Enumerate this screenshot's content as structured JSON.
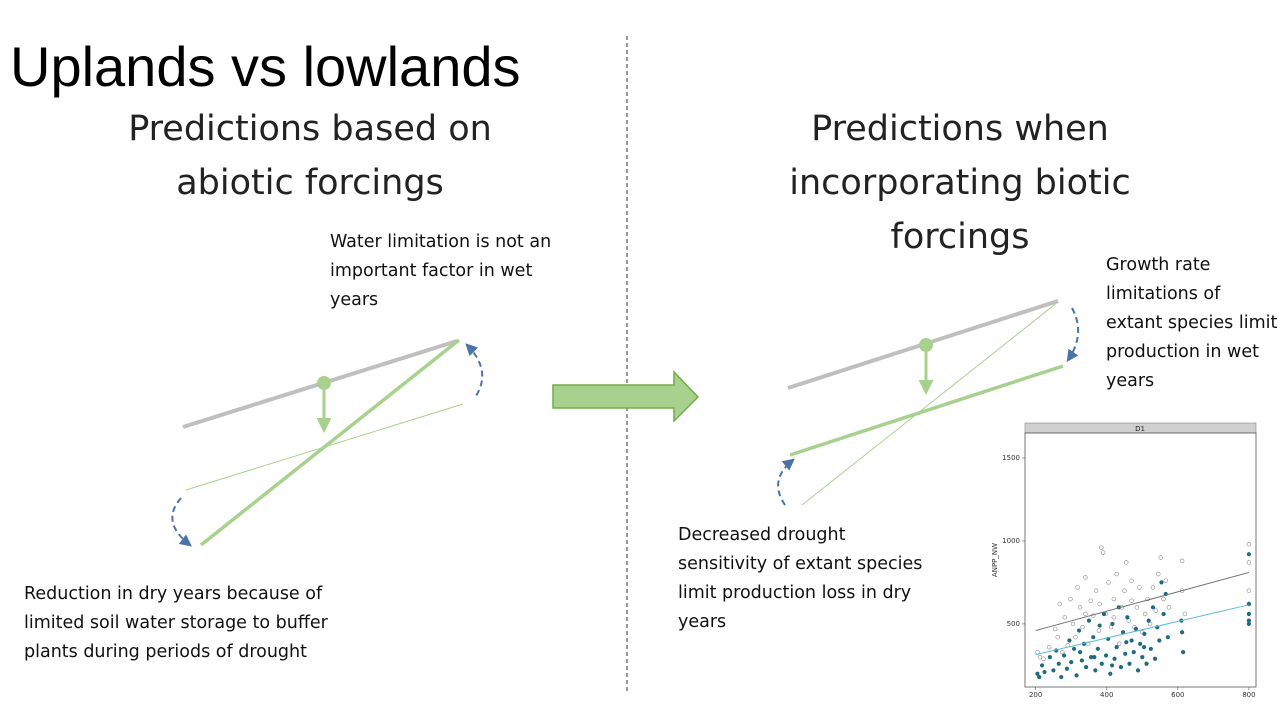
{
  "title": "Uplands vs lowlands",
  "left_panel": {
    "heading": "Predictions based on abiotic forcings",
    "wet_note": "Water limitation is not an important factor in wet years",
    "dry_note": "Reduction in dry years because of limited soil water storage to buffer plants during periods of drought"
  },
  "right_panel": {
    "heading": "Predictions when incorporating biotic forcings",
    "wet_note": "Growth rate limitations of extant species limit production in wet years",
    "dry_note": "Decreased drought sensitivity of extant species limit production loss in dry years"
  },
  "colors": {
    "gray_line": "#bfbfbf",
    "green_line": "#a9d18e",
    "dashed_arrow": "#4a74a8",
    "block_arrow_fill": "#a9d18e",
    "block_arrow_stroke": "#70ad47",
    "point_open": "#8a8a8a",
    "point_filled": "#1e6b80",
    "fit_gray": "#707070",
    "fit_blue": "#5bbcd9"
  },
  "inset_plot": {
    "panel_label": "D1",
    "ylabel": "ANPP_NW",
    "xlim": [
      170,
      820
    ],
    "ylim": [
      120,
      1650
    ],
    "x_ticks": [
      200,
      400,
      600,
      800
    ],
    "y_ticks": [
      500,
      1000,
      1500
    ],
    "fit_open": {
      "x": [
        200,
        800
      ],
      "y": [
        460,
        810
      ]
    },
    "fit_filled": {
      "x": [
        200,
        800
      ],
      "y": [
        315,
        615
      ]
    },
    "open_points": [
      [
        205,
        330
      ],
      [
        212,
        300
      ],
      [
        222,
        290
      ],
      [
        238,
        360
      ],
      [
        255,
        470
      ],
      [
        262,
        420
      ],
      [
        268,
        620
      ],
      [
        275,
        330
      ],
      [
        282,
        540
      ],
      [
        290,
        370
      ],
      [
        298,
        650
      ],
      [
        305,
        500
      ],
      [
        312,
        420
      ],
      [
        318,
        720
      ],
      [
        325,
        600
      ],
      [
        332,
        480
      ],
      [
        340,
        780
      ],
      [
        348,
        380
      ],
      [
        355,
        640
      ],
      [
        362,
        550
      ],
      [
        370,
        700
      ],
      [
        378,
        460
      ],
      [
        385,
        960
      ],
      [
        390,
        930
      ],
      [
        398,
        560
      ],
      [
        405,
        750
      ],
      [
        412,
        480
      ],
      [
        420,
        650
      ],
      [
        428,
        800
      ],
      [
        435,
        380
      ],
      [
        442,
        600
      ],
      [
        450,
        700
      ],
      [
        455,
        870
      ],
      [
        462,
        520
      ],
      [
        470,
        640
      ],
      [
        478,
        480
      ],
      [
        485,
        600
      ],
      [
        492,
        720
      ],
      [
        500,
        450
      ],
      [
        508,
        560
      ],
      [
        515,
        650
      ],
      [
        522,
        500
      ],
      [
        530,
        720
      ],
      [
        538,
        580
      ],
      [
        545,
        800
      ],
      [
        552,
        900
      ],
      [
        560,
        650
      ],
      [
        566,
        760
      ],
      [
        575,
        600
      ],
      [
        612,
        880
      ],
      [
        612,
        700
      ],
      [
        620,
        560
      ],
      [
        800,
        980
      ],
      [
        800,
        870
      ],
      [
        800,
        700
      ],
      [
        800,
        620
      ],
      [
        380,
        620
      ],
      [
        340,
        560
      ],
      [
        420,
        540
      ],
      [
        470,
        760
      ]
    ],
    "filled_points": [
      [
        205,
        200
      ],
      [
        210,
        180
      ],
      [
        218,
        250
      ],
      [
        225,
        210
      ],
      [
        240,
        300
      ],
      [
        250,
        220
      ],
      [
        258,
        340
      ],
      [
        265,
        260
      ],
      [
        272,
        180
      ],
      [
        280,
        310
      ],
      [
        288,
        230
      ],
      [
        295,
        400
      ],
      [
        300,
        270
      ],
      [
        308,
        350
      ],
      [
        315,
        190
      ],
      [
        322,
        460
      ],
      [
        330,
        280
      ],
      [
        336,
        380
      ],
      [
        342,
        240
      ],
      [
        350,
        520
      ],
      [
        356,
        300
      ],
      [
        362,
        420
      ],
      [
        368,
        220
      ],
      [
        375,
        350
      ],
      [
        380,
        490
      ],
      [
        386,
        260
      ],
      [
        392,
        560
      ],
      [
        398,
        310
      ],
      [
        404,
        410
      ],
      [
        410,
        200
      ],
      [
        416,
        500
      ],
      [
        422,
        290
      ],
      [
        428,
        360
      ],
      [
        434,
        600
      ],
      [
        440,
        240
      ],
      [
        446,
        450
      ],
      [
        452,
        320
      ],
      [
        458,
        540
      ],
      [
        464,
        260
      ],
      [
        470,
        400
      ],
      [
        476,
        330
      ],
      [
        482,
        470
      ],
      [
        488,
        220
      ],
      [
        494,
        380
      ],
      [
        500,
        300
      ],
      [
        506,
        440
      ],
      [
        512,
        260
      ],
      [
        518,
        520
      ],
      [
        524,
        350
      ],
      [
        530,
        600
      ],
      [
        536,
        290
      ],
      [
        542,
        480
      ],
      [
        548,
        400
      ],
      [
        554,
        750
      ],
      [
        560,
        560
      ],
      [
        566,
        680
      ],
      [
        572,
        420
      ],
      [
        610,
        520
      ],
      [
        612,
        450
      ],
      [
        615,
        330
      ],
      [
        800,
        920
      ],
      [
        800,
        620
      ],
      [
        800,
        560
      ],
      [
        800,
        520
      ],
      [
        800,
        500
      ],
      [
        325,
        330
      ],
      [
        365,
        300
      ],
      [
        415,
        250
      ],
      [
        455,
        390
      ],
      [
        505,
        360
      ]
    ]
  }
}
